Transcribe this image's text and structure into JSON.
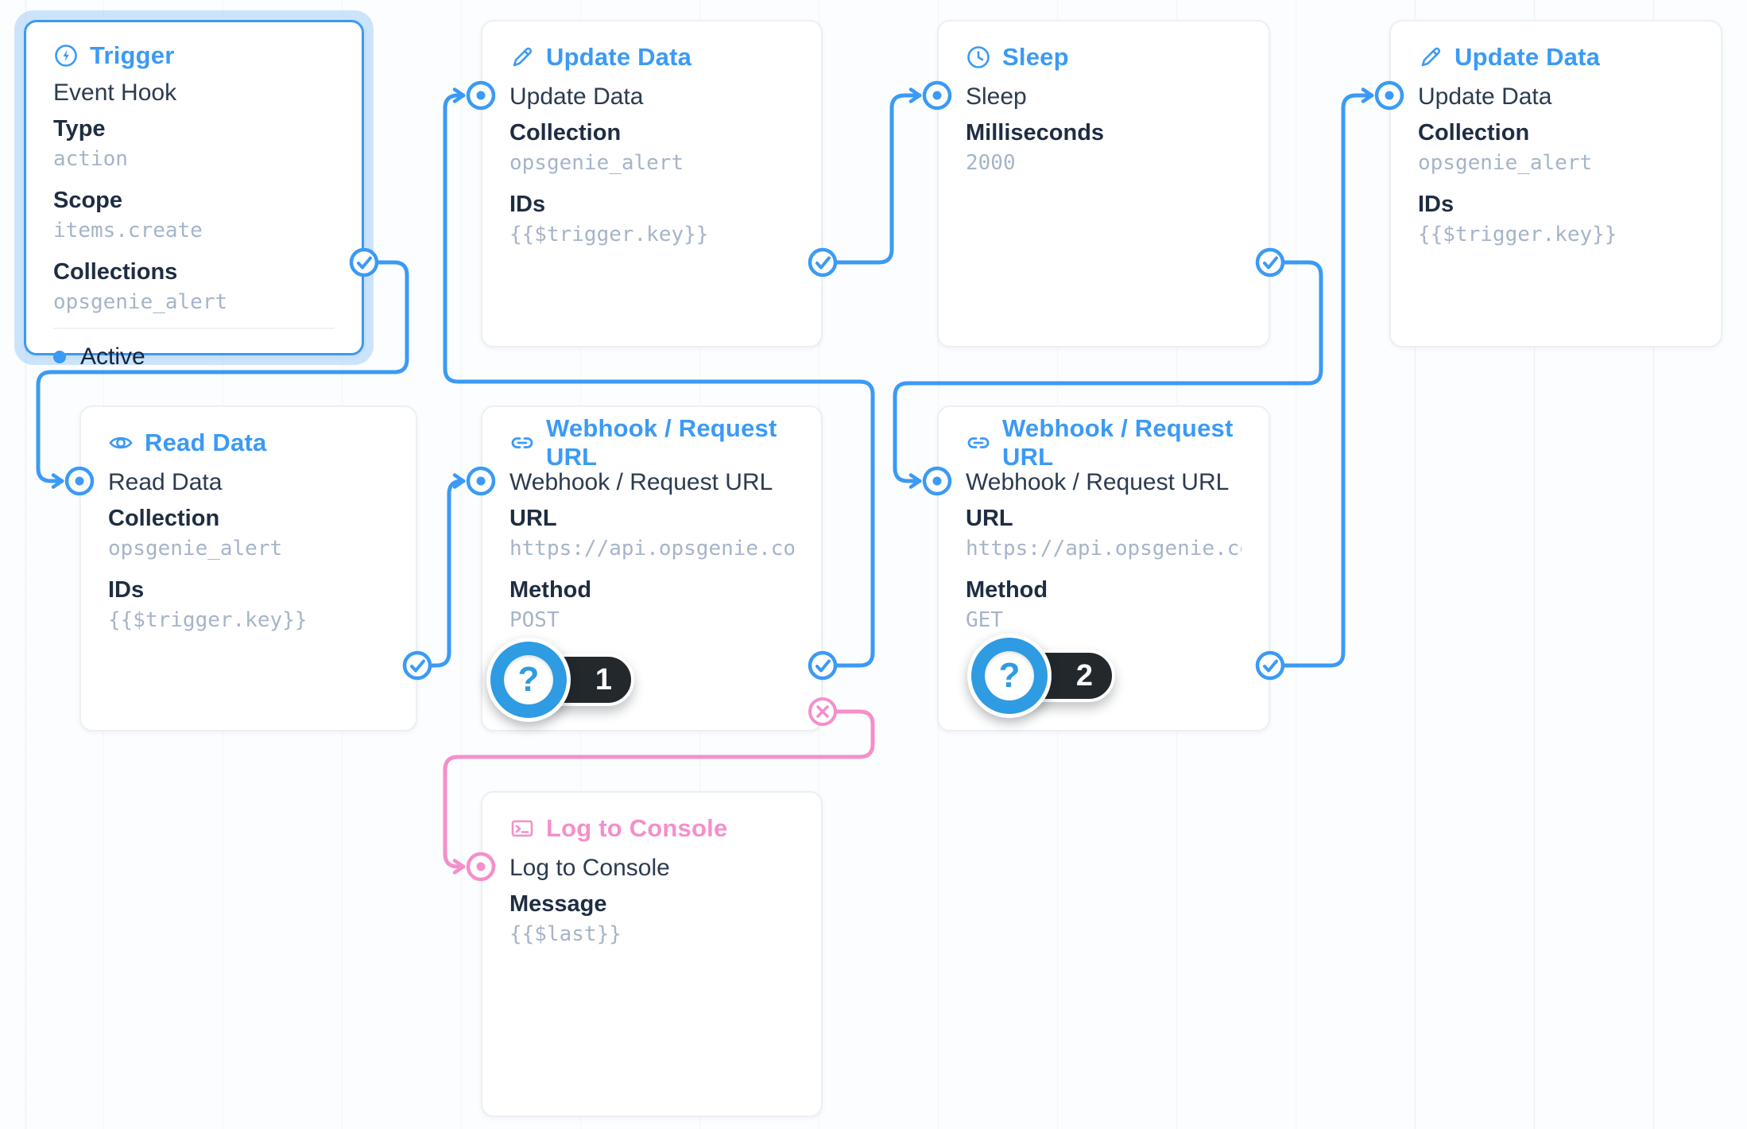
{
  "colors": {
    "blue": "#3b9af5",
    "pink": "#f48fcb",
    "text-dark": "#1f2d42",
    "text-name": "#2c3b50",
    "text-mono": "#a6b4c9",
    "badge-blue": "#2e9be2",
    "pill-black": "#23282d"
  },
  "panels": {
    "trigger": {
      "title": "Trigger",
      "icon": "bolt-icon",
      "name": "Event Hook",
      "fields": [
        {
          "label": "Type",
          "value": "action"
        },
        {
          "label": "Scope",
          "value": "items.create"
        },
        {
          "label": "Collections",
          "value": "opsgenie_alert"
        }
      ],
      "status": "Active"
    },
    "update1": {
      "title": "Update Data",
      "icon": "pencil-icon",
      "name": "Update Data",
      "fields": [
        {
          "label": "Collection",
          "value": "opsgenie_alert"
        },
        {
          "label": "IDs",
          "value": "{{$trigger.key}}"
        }
      ]
    },
    "sleep": {
      "title": "Sleep",
      "icon": "clock-icon",
      "name": "Sleep",
      "fields": [
        {
          "label": "Milliseconds",
          "value": "2000"
        }
      ]
    },
    "update2": {
      "title": "Update Data",
      "icon": "pencil-icon",
      "name": "Update Data",
      "fields": [
        {
          "label": "Collection",
          "value": "opsgenie_alert"
        },
        {
          "label": "IDs",
          "value": "{{$trigger.key}}"
        }
      ]
    },
    "read": {
      "title": "Read Data",
      "icon": "eye-icon",
      "name": "Read Data",
      "fields": [
        {
          "label": "Collection",
          "value": "opsgenie_alert"
        },
        {
          "label": "IDs",
          "value": "{{$trigger.key}}"
        }
      ]
    },
    "webhook1": {
      "title": "Webhook / Request URL",
      "icon": "link-icon",
      "name": "Webhook / Request URL",
      "fields": [
        {
          "label": "URL",
          "value": "https://api.opsgenie.com/v…"
        },
        {
          "label": "Method",
          "value": "POST"
        }
      ],
      "badge": "1"
    },
    "webhook2": {
      "title": "Webhook / Request URL",
      "icon": "link-icon",
      "name": "Webhook / Request URL",
      "fields": [
        {
          "label": "URL",
          "value": "https://api.opsgenie.com/v…"
        },
        {
          "label": "Method",
          "value": "GET"
        }
      ],
      "badge": "2"
    },
    "log": {
      "title": "Log to Console",
      "icon": "terminal-icon",
      "name": "Log to Console",
      "fields": [
        {
          "label": "Message",
          "value": "{{$last}}"
        }
      ]
    }
  },
  "badges": [
    {
      "icon": "question-mark",
      "count": "1"
    },
    {
      "icon": "question-mark",
      "count": "2"
    }
  ]
}
